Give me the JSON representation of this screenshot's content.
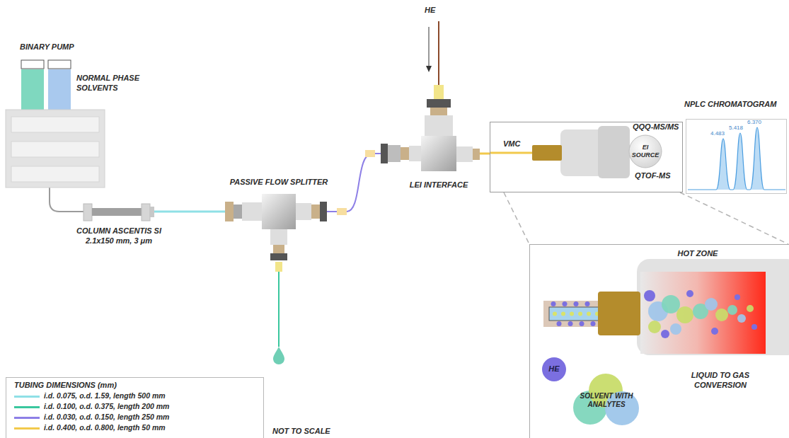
{
  "diagram": {
    "nodes": [
      {
        "text": [
          "BINARY PUMP"
        ]
      },
      {
        "text": [
          "COLUMN ASCENTIS SI 2.1x150 mm, 3 μm"
        ]
      },
      {
        "text": [
          "PASSIVE FLOW SPLITTER"
        ]
      },
      {
        "text": [
          "LEI INTERFACE"
        ]
      },
      {
        "text": [
          "VMC"
        ]
      },
      {
        "text": [
          "EI SOURCE"
        ],
        "in": 4
      },
      {
        "text": [
          "NPLC CHROMATOGRAM"
        ]
      },
      {
        "text": [
          "HOT ZONE",
          "LIQUID TO GAS CONVERSION"
        ]
      },
      {
        "text": [
          "HE"
        ],
        "in": 7
      },
      {
        "text": [
          "SOLVENT WITH ANALYTES"
        ],
        "in": 7
      }
    ],
    "edges": [
      {
        "from": 0,
        "to": 1,
        "arrow": "none"
      },
      {
        "from": 1,
        "to": 2,
        "arrow": "none"
      },
      {
        "from": 2,
        "to": 3,
        "arrow": "none"
      },
      {
        "from": 3,
        "to": 4,
        "arrow": "none"
      },
      {
        "from": 4,
        "to": 7,
        "arrow": "none"
      },
      {
        "from": 4,
        "to": 7,
        "arrow": "none"
      }
    ],
    "labels": [
      "NORMAL PHASE SOLVENTS",
      "HE",
      "QQQ-MS/MS",
      "QTOF-MS",
      "4.483",
      "5.418",
      "6.370",
      "TUBING DIMENSIONS (mm)",
      "NOT TO SCALE"
    ],
    "legend": [
      {
        "text": "i.d. 0.075, o.d. 1.59, length 500 mm",
        "color": "#8fe0e6"
      },
      {
        "text": "i.d. 0.100, o.d. 0.375, length 200 mm",
        "color": "#3ac79e"
      },
      {
        "text": "i.d. 0.030, o.d. 0.150, length 250 mm",
        "color": "#8d7fe6"
      },
      {
        "text": "i.d. 0.400, o.d. 0.800, length 50 mm",
        "color": "#f2c94c"
      }
    ]
  }
}
